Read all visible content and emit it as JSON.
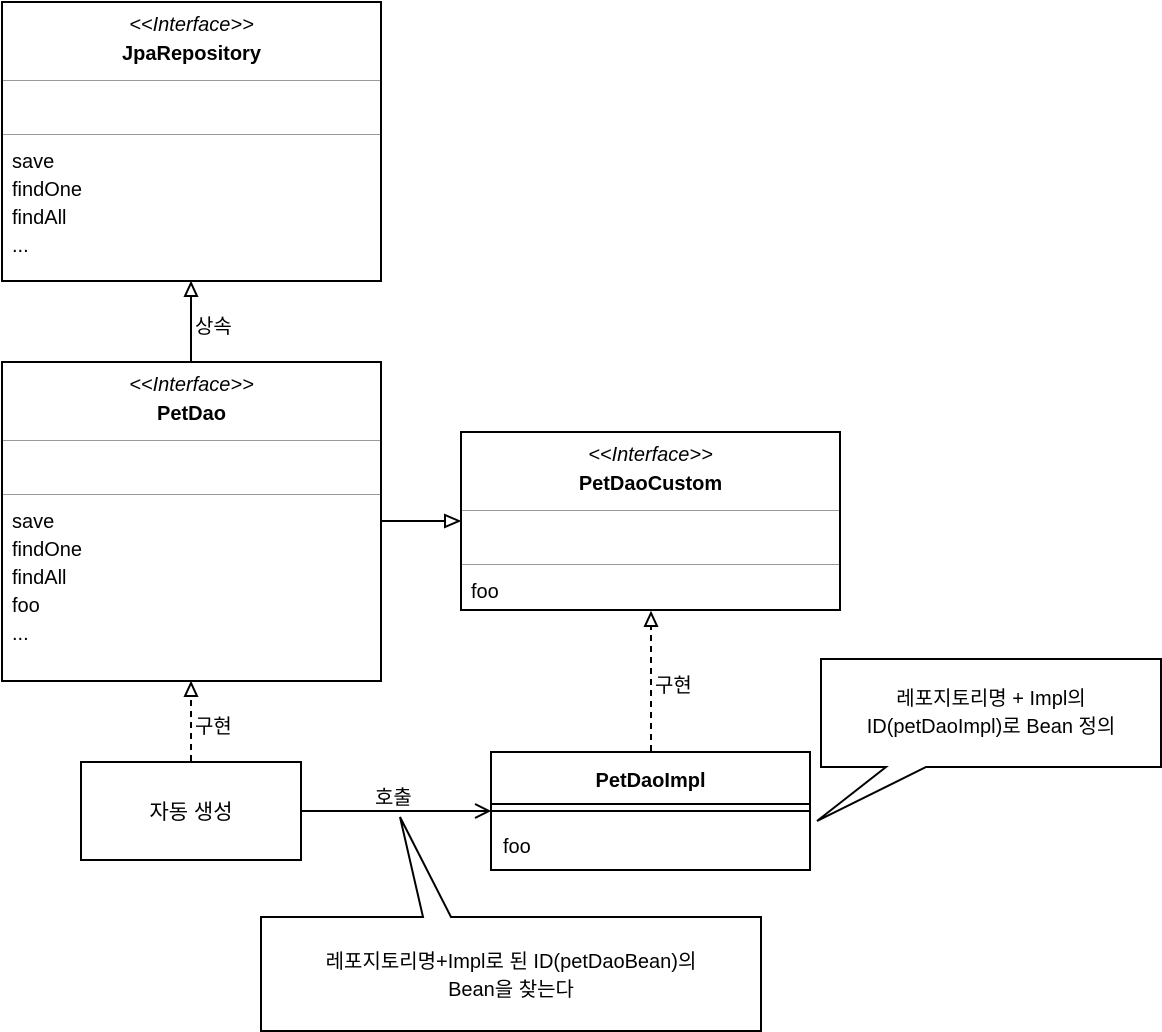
{
  "classes": {
    "jpa_repository": {
      "stereotype": "<<Interface>>",
      "name": "JpaRepository",
      "methods": [
        "save",
        "findOne",
        "findAll",
        "..."
      ]
    },
    "pet_dao": {
      "stereotype": "<<Interface>>",
      "name": "PetDao",
      "methods": [
        "save",
        "findOne",
        "findAll",
        "foo",
        "..."
      ]
    },
    "pet_dao_custom": {
      "stereotype": "<<Interface>>",
      "name": "PetDaoCustom",
      "methods": [
        "foo"
      ]
    },
    "pet_dao_impl": {
      "name": "PetDaoImpl",
      "methods": [
        "foo"
      ]
    }
  },
  "nodes": {
    "auto_generated": "자동 생성"
  },
  "edges": {
    "inherit_label": "상속",
    "implement_label_petdao": "구현",
    "implement_label_custom": "구현",
    "call_label": "호출"
  },
  "callouts": {
    "impl_bean_definition": {
      "line1": "레포지토리명 + Impl의",
      "line2": "ID(petDaoImpl)로 Bean 정의"
    },
    "find_bean": {
      "line1": "레포지토리명+Impl로 된 ID(petDaoBean)의",
      "line2": "Bean을 찾는다"
    }
  }
}
